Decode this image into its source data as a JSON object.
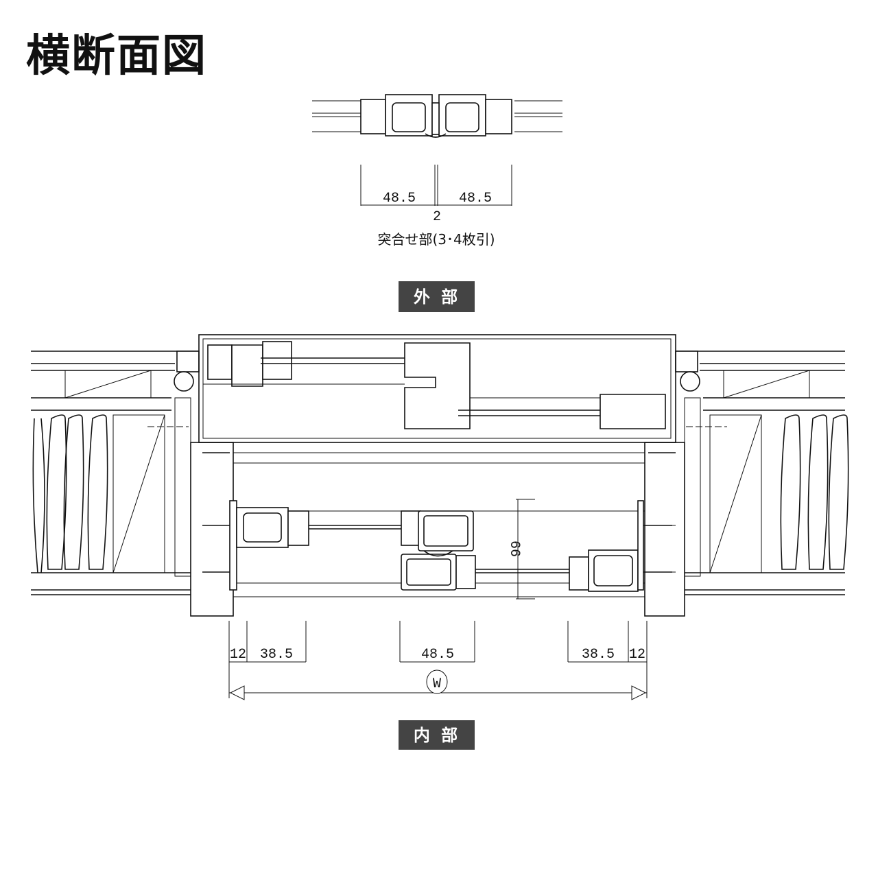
{
  "title": "横断面図",
  "meeting_detail": {
    "caption": "突合せ部(3･4枚引)",
    "dim_left": "48.5",
    "dim_right": "48.5",
    "dim_gap": "2"
  },
  "labels": {
    "exterior": "外 部",
    "interior": "内 部"
  },
  "main_section": {
    "dim_vertical": "66",
    "dims_bottom": [
      "12",
      "38.5",
      "48.5",
      "38.5",
      "12"
    ],
    "overall_width": "W"
  },
  "colors": {
    "label_bg": "#444444",
    "line": "#111111"
  }
}
